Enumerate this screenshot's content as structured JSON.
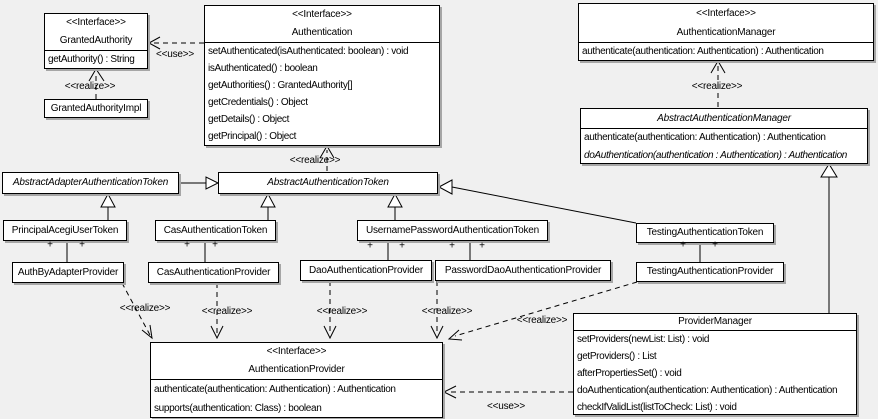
{
  "labels": {
    "use": "<<use>>",
    "realize": "<<realize>>",
    "plus": "+"
  },
  "colors": {
    "background": "#f0f0f0",
    "node_fill": "#ffffff",
    "node_border": "#000000",
    "node_shadow": "#a6a6a6"
  },
  "classes": {
    "granted_authority": {
      "stereotype": "<<Interface>>",
      "name": "GrantedAuthority",
      "members": [
        "getAuthority() : String"
      ]
    },
    "granted_authority_impl": {
      "name": "GrantedAuthorityImpl"
    },
    "authentication": {
      "stereotype": "<<Interface>>",
      "name": "Authentication",
      "members": [
        "setAuthenticated(isAuthenticated: boolean) : void",
        "isAuthenticated() : boolean",
        "getAuthorities() : GrantedAuthority[]",
        "getCredentials() : Object",
        "getDetails() : Object",
        "getPrincipal() : Object"
      ]
    },
    "authentication_manager": {
      "stereotype": "<<Interface>>",
      "name": "AuthenticationManager",
      "members": [
        "authenticate(authentication: Authentication) : Authentication"
      ]
    },
    "abstract_authentication_manager": {
      "name": "AbstractAuthenticationManager",
      "members": [
        "authenticate(authentication: Authentication) : Authentication",
        "doAuthentication(authentication : Authentication) : Authentication"
      ]
    },
    "abstract_adapter_authentication_token": {
      "name": "AbstractAdapterAuthenticationToken"
    },
    "abstract_authentication_token": {
      "name": "AbstractAuthenticationToken"
    },
    "principal_acegi_user_token": {
      "name": "PrincipalAcegiUserToken"
    },
    "cas_authentication_token": {
      "name": "CasAuthenticationToken"
    },
    "username_password_authentication_token": {
      "name": "UsernamePasswordAuthenticationToken"
    },
    "testing_authentication_token": {
      "name": "TestingAuthenticationToken"
    },
    "auth_by_adapter_provider": {
      "name": "AuthByAdapterProvider"
    },
    "cas_authentication_provider": {
      "name": "CasAuthenticationProvider"
    },
    "dao_authentication_provider": {
      "name": "DaoAuthenticationProvider"
    },
    "password_dao_authentication_provider": {
      "name": "PasswordDaoAuthenticationProvider"
    },
    "testing_authentication_provider": {
      "name": "TestingAuthenticationProvider"
    },
    "authentication_provider": {
      "stereotype": "<<Interface>>",
      "name": "AuthenticationProvider",
      "members": [
        "authenticate(authentication: Authentication) : Authentication",
        "supports(authentication: Class) : boolean"
      ]
    },
    "provider_manager": {
      "name": "ProviderManager",
      "members": [
        "setProviders(newList: List) : void",
        "getProviders() : List",
        "afterPropertiesSet() : void",
        "doAuthentication(authentication: Authentication) : Authentication",
        "checkIfValidList(listToCheck: List) : void"
      ]
    }
  }
}
